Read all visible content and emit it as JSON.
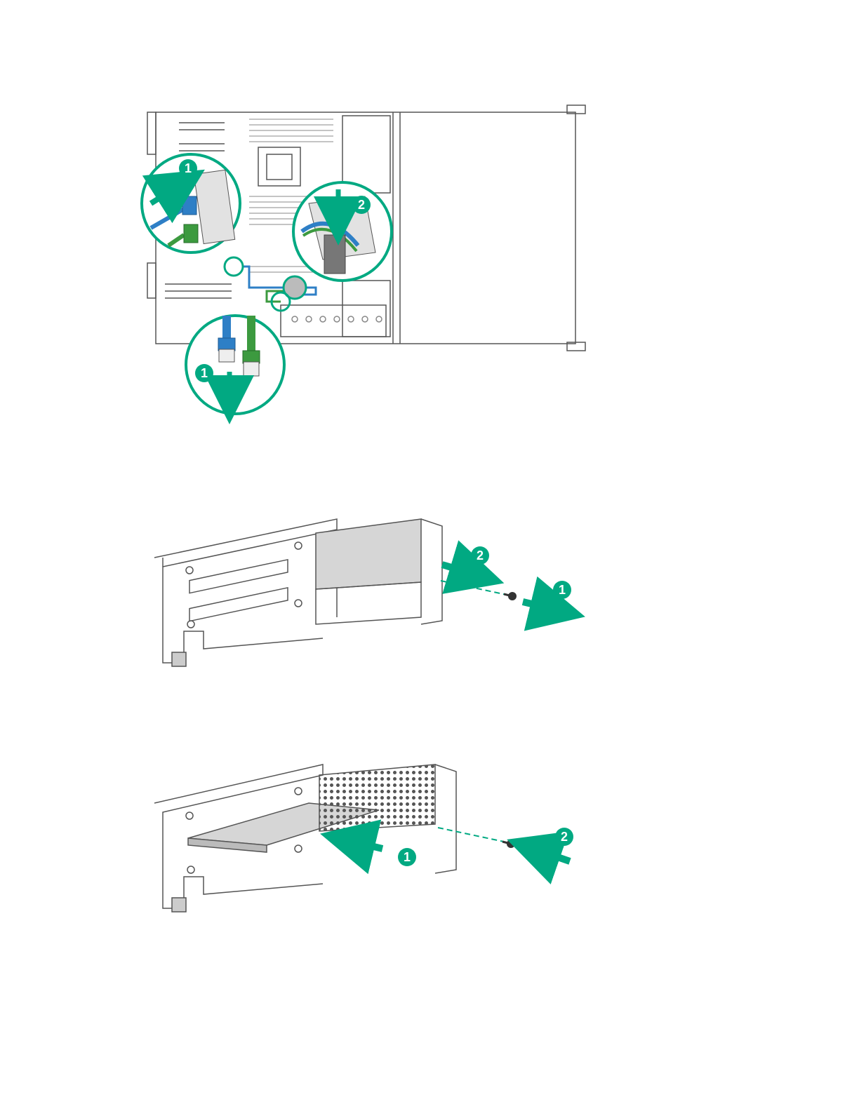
{
  "colors": {
    "accent": "#01A982",
    "cable_blue": "#2E7FC6",
    "cable_green": "#3C9A3F",
    "line": "#555555",
    "panel_gray": "#D6D6D6"
  },
  "figures": [
    {
      "id": "remove-cables",
      "callouts": [
        {
          "label": "1"
        },
        {
          "label": "2"
        },
        {
          "label": "1"
        }
      ]
    },
    {
      "id": "remove-riser-blank",
      "callouts": [
        {
          "label": "2"
        },
        {
          "label": "1"
        }
      ]
    },
    {
      "id": "install-expansion-board",
      "callouts": [
        {
          "label": "1"
        },
        {
          "label": "2"
        }
      ]
    }
  ]
}
